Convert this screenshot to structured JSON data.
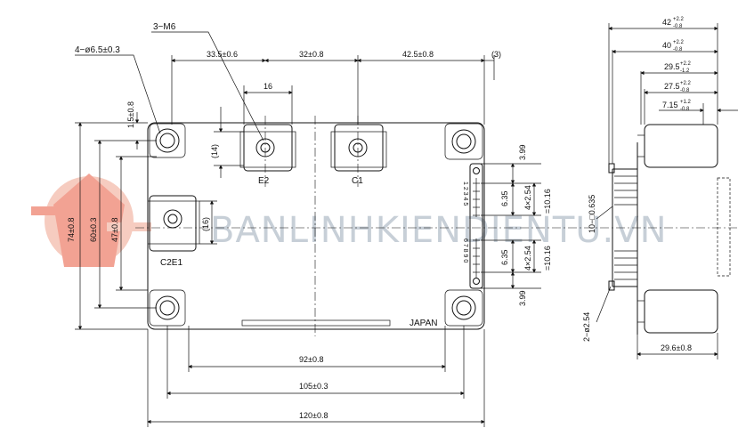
{
  "watermark": {
    "text": "BANLINHKIENDIENTU.VN",
    "logo_colors": [
      "#e8573c",
      "#f0a48e"
    ],
    "text_color": "#9aa8b8"
  },
  "callouts": {
    "mount_holes": "4−ø6.5±0.3",
    "screw_terminals": "3−M6",
    "pins": "10−□0.635",
    "pin_dia": "2−ø2.54"
  },
  "terminals": {
    "e2": "E2",
    "c1": "C1",
    "c2e1": "C2E1",
    "country": "JAPAN"
  },
  "pin_numbers": {
    "group_a": "1 2 3 4 5",
    "group_b": "6 7 8 9 0"
  },
  "top_view": {
    "top": {
      "a": "33.5±0.6",
      "b": "32±0.8",
      "c": "42.5±0.8",
      "d": "(3)",
      "e": "16"
    },
    "bottom": {
      "a": "92±0.8",
      "b": "105±0.3",
      "c": "120±0.8"
    },
    "left": {
      "a": "74±0.8",
      "b": "60±0.3",
      "c": "47±0.8",
      "d": "1.5±0.8",
      "e": "(14)",
      "f": "(16)"
    },
    "right": {
      "a": "3.99",
      "b": "6.35",
      "c": "4×2.54",
      "d": "=10.16",
      "e": "6.35",
      "f": "4×2.54",
      "g": "=10.16",
      "h": "3.99"
    }
  },
  "side_view": {
    "d1": {
      "base": "42",
      "sup": "+2.2",
      "sub": "-0.8"
    },
    "d2": {
      "base": "40",
      "sup": "+2.2",
      "sub": "-0.8"
    },
    "d3": {
      "base": "29.5",
      "sup": "+2.2",
      "sub": "-1.2"
    },
    "d4": {
      "base": "27.5",
      "sup": "+2.2",
      "sub": "-0.8"
    },
    "d5": {
      "base": "7.15",
      "sup": "+1.2",
      "sub": "-0.8"
    },
    "bottom": "29.6±0.8"
  }
}
